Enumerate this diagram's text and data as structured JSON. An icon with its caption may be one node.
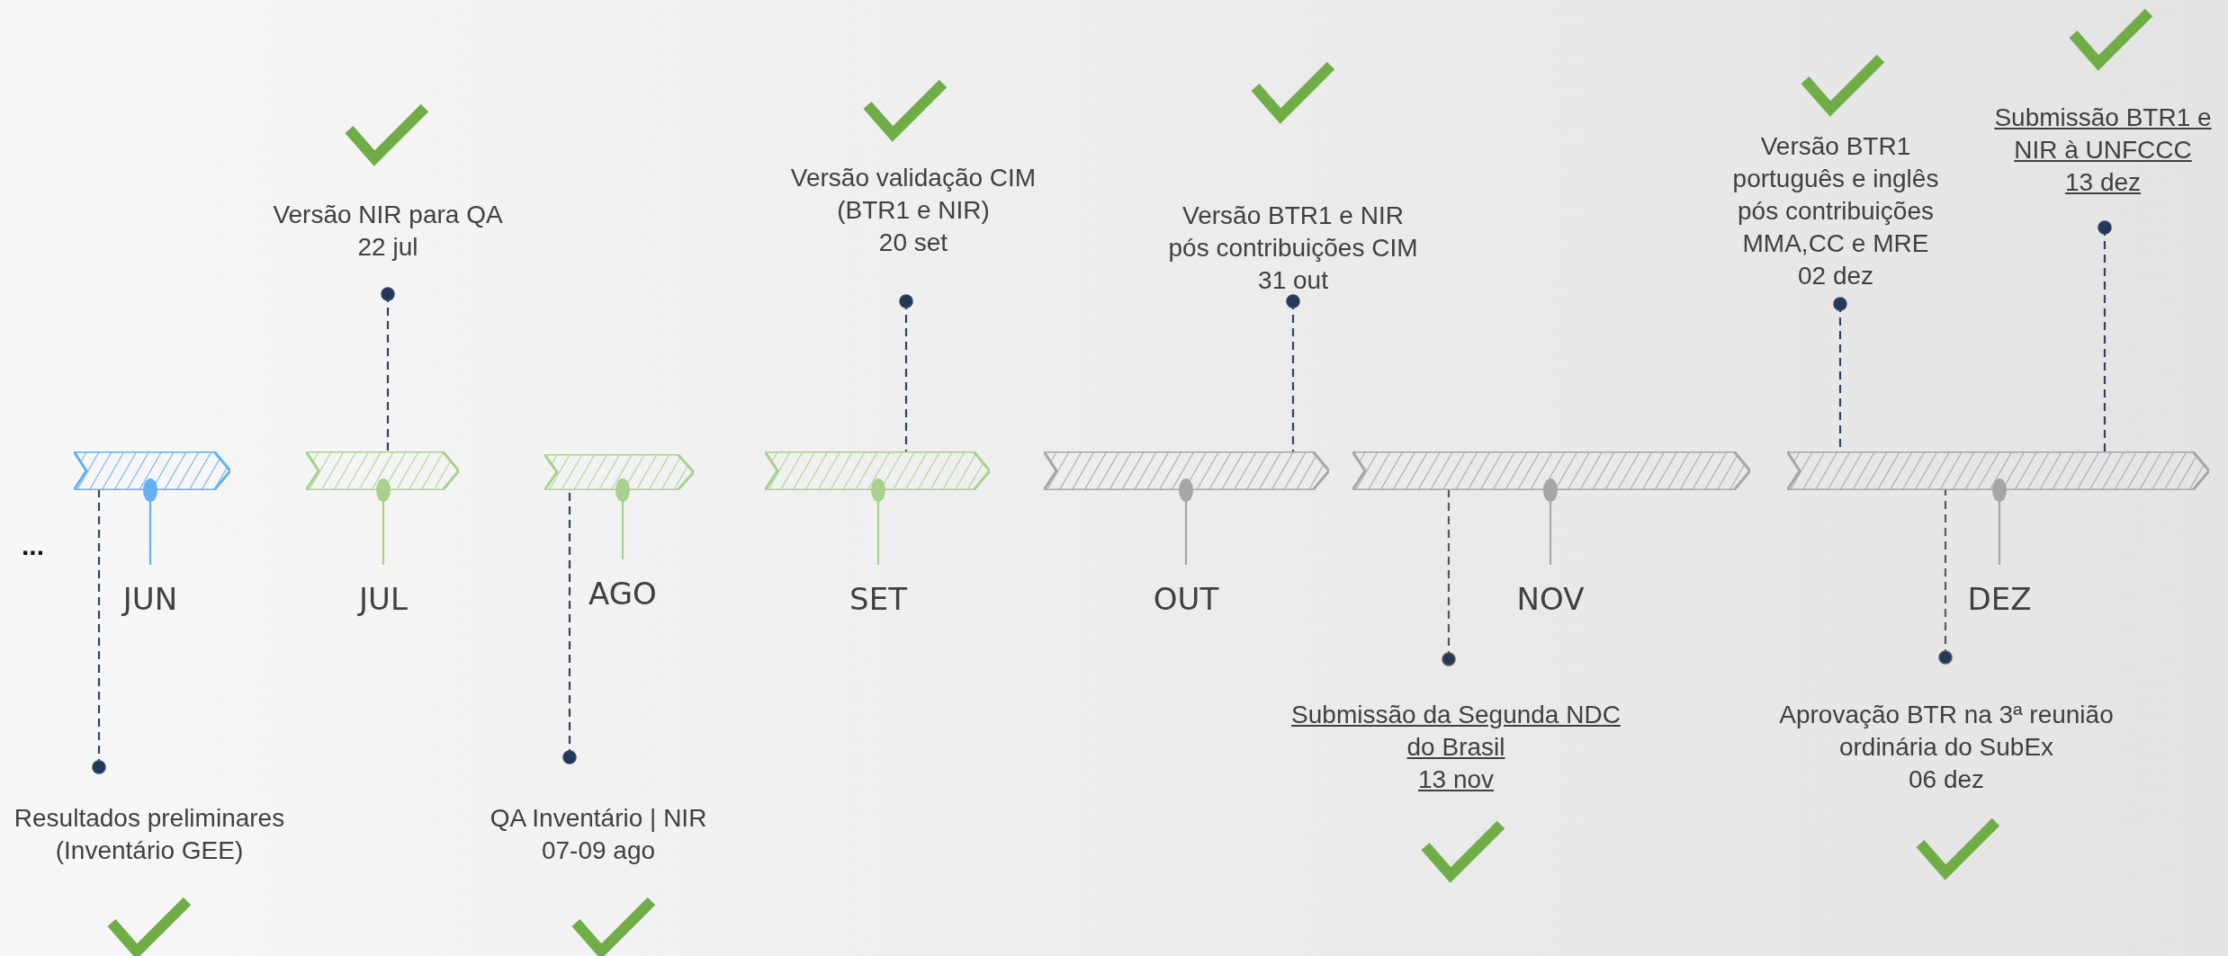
{
  "diagram": {
    "nodes": [
      {
        "text": [],
        "shape": "chevron"
      },
      {
        "text": [],
        "shape": "chevron"
      },
      {
        "text": [],
        "shape": "chevron"
      },
      {
        "text": [],
        "shape": "chevron"
      },
      {
        "text": [],
        "shape": "chevron"
      },
      {
        "text": [],
        "shape": "chevron"
      },
      {
        "text": [],
        "shape": "chevron"
      },
      {
        "text": [
          "JUN"
        ]
      },
      {
        "text": [
          "JUL"
        ]
      },
      {
        "text": [
          "AGO"
        ]
      },
      {
        "text": [
          "SET"
        ]
      },
      {
        "text": [
          "OUT"
        ]
      },
      {
        "text": [
          "NOV"
        ]
      },
      {
        "text": [
          "DEZ"
        ]
      },
      {
        "text": [
          "Resultados preliminares (Inventário GEE)"
        ]
      },
      {
        "text": [
          "Versão NIR para QA",
          "22 jul"
        ]
      },
      {
        "text": [
          "QA Inventário | NIR",
          "07-09 ago"
        ]
      },
      {
        "text": [
          "Versão validação CIM (BTR1 e NIR)",
          "20 set"
        ]
      },
      {
        "text": [
          "Versão BTR1 e NIR pós contribuições CIM",
          "31 out"
        ]
      },
      {
        "text": [
          "Submissão da Segunda NDC do Brasil",
          "13 nov"
        ]
      },
      {
        "text": [
          "Versão BTR1 português e inglês pós contribuições MMA,CC e MRE",
          "02 dez"
        ]
      },
      {
        "text": [
          "Aprovação BTR na 3ª reunião ordinária do SubEx",
          "06 dez"
        ]
      },
      {
        "text": [
          "Submissão BTR1 e NIR à UNFCCC",
          "13 dez"
        ]
      }
    ],
    "edges": [
      {
        "from": 0,
        "to": 7,
        "arrow": "other",
        "color": "#63b0f5"
      },
      {
        "from": 1,
        "to": 8,
        "arrow": "other",
        "color": "#a9d18e"
      },
      {
        "from": 2,
        "to": 9,
        "arrow": "other",
        "color": "#a9d18e"
      },
      {
        "from": 3,
        "to": 10,
        "arrow": "other",
        "color": "#a9d18e"
      },
      {
        "from": 4,
        "to": 11,
        "arrow": "other",
        "color": "#a6a6a6"
      },
      {
        "from": 5,
        "to": 12,
        "arrow": "other",
        "color": "#a6a6a6"
      },
      {
        "from": 6,
        "to": 13,
        "arrow": "other",
        "color": "#a6a6a6"
      },
      {
        "from": 14,
        "to": 0,
        "arrow": "other",
        "style": "dashed"
      },
      {
        "from": 15,
        "to": 1,
        "arrow": "other",
        "style": "dashed"
      },
      {
        "from": 16,
        "to": 2,
        "arrow": "other",
        "style": "dashed"
      },
      {
        "from": 17,
        "to": 3,
        "arrow": "other",
        "style": "dashed"
      },
      {
        "from": 18,
        "to": 4,
        "arrow": "other",
        "style": "dashed"
      },
      {
        "from": 19,
        "to": 5,
        "arrow": "other",
        "style": "dashed",
        "color": "#595959"
      },
      {
        "from": 20,
        "to": 6,
        "arrow": "other",
        "style": "dashed"
      },
      {
        "from": 21,
        "to": 6,
        "arrow": "other",
        "style": "dashed",
        "color": "#595959"
      },
      {
        "from": 22,
        "to": 6,
        "arrow": "other",
        "style": "dashed"
      }
    ],
    "labels": [
      "..."
    ]
  }
}
